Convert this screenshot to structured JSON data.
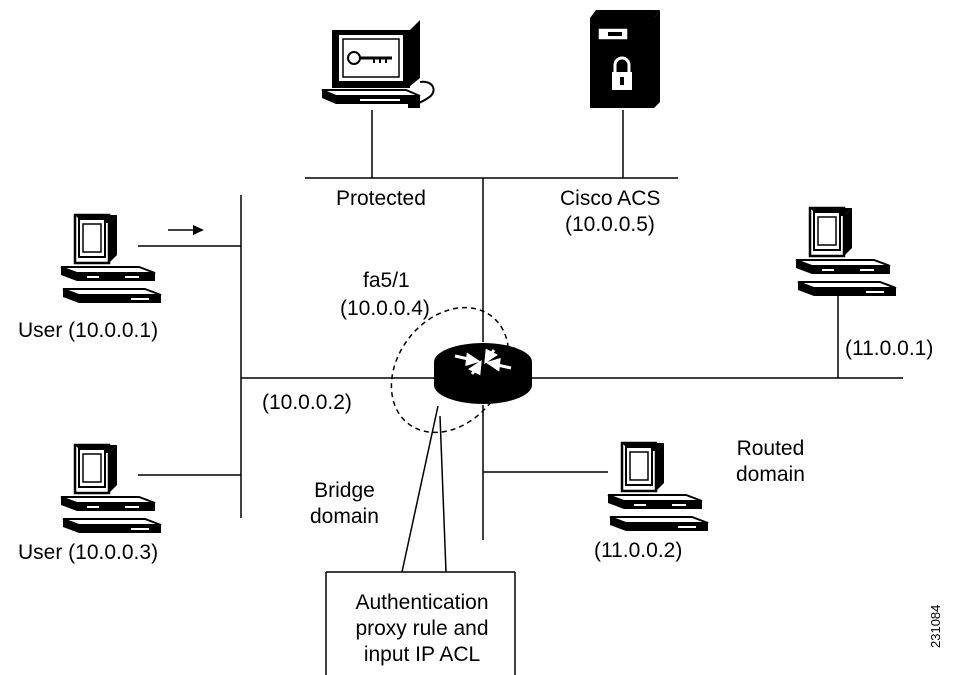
{
  "labels": {
    "protected": "Protected",
    "acs_name": "Cisco ACS",
    "acs_ip": "(10.0.0.5)",
    "interface_name": "fa5/1",
    "interface_ip": "(10.0.0.4)",
    "user1": "User (10.0.0.1)",
    "user3": "User (10.0.0.3)",
    "bridge_ip": "(10.0.0.2)",
    "bridge_domain_line1": "Bridge",
    "bridge_domain_line2": "domain",
    "routed_domain_line1": "Routed",
    "routed_domain_line2": "domain",
    "host_11_1": "(11.0.0.1)",
    "host_11_2": "(11.0.0.2)",
    "callout_line1": "Authentication",
    "callout_line2": "proxy rule and",
    "callout_line3": "input IP ACL",
    "figure_id": "231084"
  },
  "icons": {
    "protected_host": "key-terminal-icon",
    "acs_server": "lock-server-icon",
    "router": "router-icon",
    "workstation": "workstation-icon"
  }
}
